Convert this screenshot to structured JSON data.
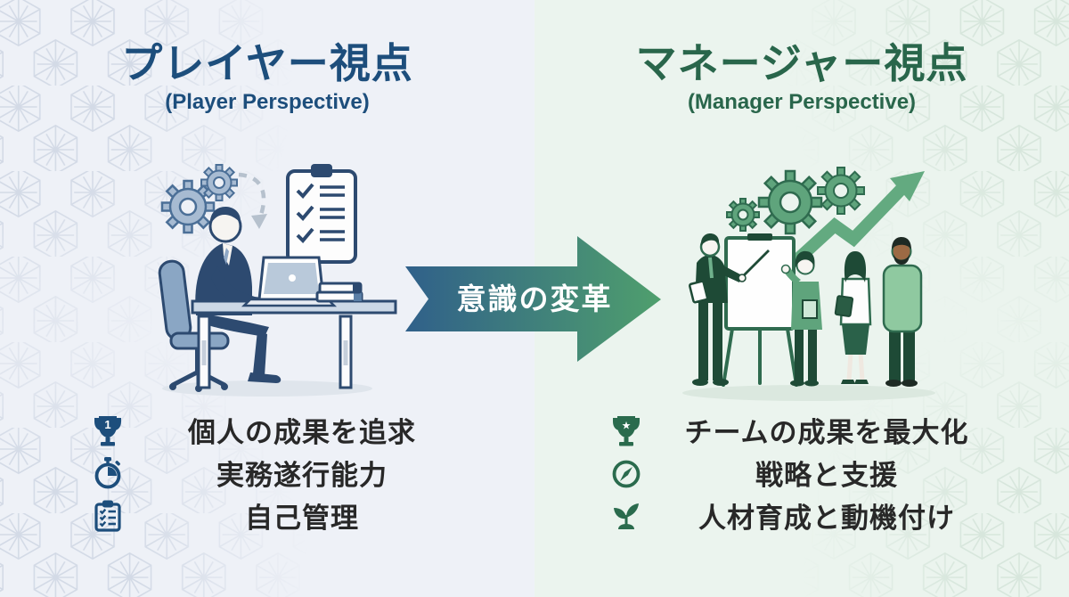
{
  "left": {
    "title": "プレイヤー視点",
    "subtitle": "(Player Perspective)",
    "accent_color": "#1d4e7c",
    "background_color": "#eef1f7",
    "illustration": "person-working-at-desk-with-laptop-gears-and-checklist",
    "items": [
      {
        "icon": "trophy-number-one",
        "text": "個人の成果を追求"
      },
      {
        "icon": "stopwatch",
        "text": "実務遂行能力"
      },
      {
        "icon": "clipboard-checklist",
        "text": "自己管理"
      }
    ]
  },
  "right": {
    "title": "マネージャー視点",
    "subtitle": "(Manager Perspective)",
    "accent_color": "#29664b",
    "background_color": "#ebf4ee",
    "illustration": "manager-presenting-whiteboard-to-team-with-gears-and-growth-arrow",
    "items": [
      {
        "icon": "trophy-star",
        "text": "チームの成果を最大化"
      },
      {
        "icon": "compass",
        "text": "戦略と支援"
      },
      {
        "icon": "seedling",
        "text": "人材育成と動機付け"
      }
    ]
  },
  "arrow": {
    "label": "意識の変革",
    "gradient_start": "#30608a",
    "gradient_end": "#4f9f6d",
    "text_color": "#ffffff"
  }
}
